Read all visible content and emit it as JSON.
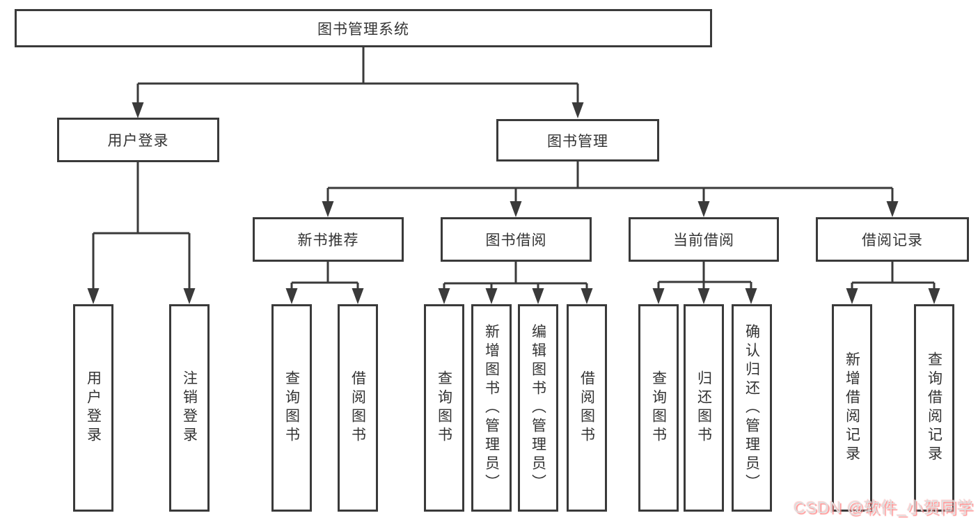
{
  "diagram": {
    "root": {
      "label": "图书管理系统"
    },
    "branches": [
      {
        "label": "用户登录",
        "children": [
          {
            "label": "用户登录"
          },
          {
            "label": "注销登录"
          }
        ]
      },
      {
        "label": "图书管理",
        "children": [
          {
            "label": "新书推荐",
            "children": [
              {
                "label": "查询图书"
              },
              {
                "label": "借阅图书"
              }
            ]
          },
          {
            "label": "图书借阅",
            "children": [
              {
                "label": "查询图书"
              },
              {
                "label": "新增图书（管理员）"
              },
              {
                "label": "编辑图书（管理员）"
              },
              {
                "label": "借阅图书"
              }
            ]
          },
          {
            "label": "当前借阅",
            "children": [
              {
                "label": "查询图书"
              },
              {
                "label": "归还图书"
              },
              {
                "label": "确认归还（管理员）"
              }
            ]
          },
          {
            "label": "借阅记录",
            "children": [
              {
                "label": "新增借阅记录"
              },
              {
                "label": "查询借阅记录"
              }
            ]
          }
        ]
      }
    ]
  },
  "watermark": {
    "text": "CSDN @软件_小贺同学"
  },
  "colors": {
    "line": "#3a3a3a",
    "box_border": "#3a3a3a",
    "box_background": "#ffffff",
    "text": "#333333",
    "watermark_text": "#dedede",
    "watermark_shadow": "#ff8282",
    "background": "#ffffff"
  }
}
